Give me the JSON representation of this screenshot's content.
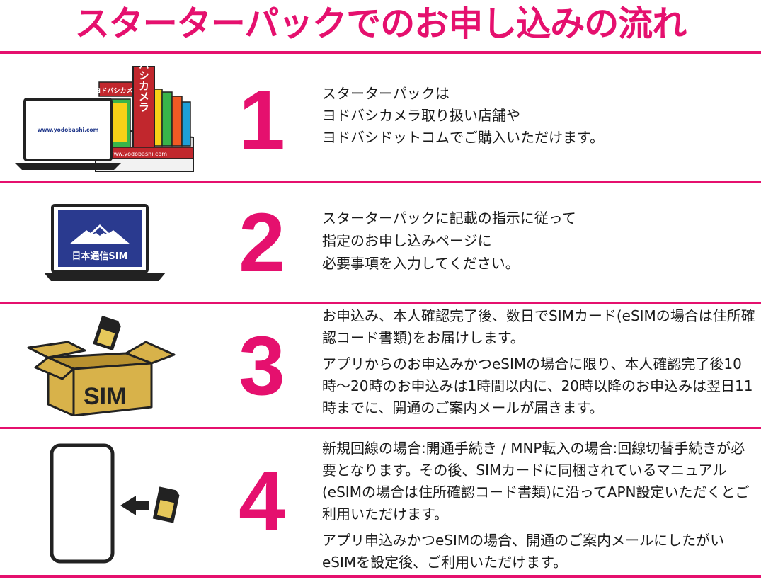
{
  "title": "スターターパックでのお申し込みの流れ",
  "colors": {
    "accent": "#e5106e",
    "box": "#d8b24a",
    "sim": "#e6c85a"
  },
  "steps": [
    {
      "number": "1",
      "illustration": {
        "laptop_url": "www.yodobashi.com",
        "sign": "ヨドバシカメラ",
        "store_sign_small": "ヨドバシカメラ",
        "store_url": "www.yodobashi.com"
      },
      "lines": [
        "スターターパックは",
        "ヨドバシカメラ取り扱い店舗や",
        "ヨドバシドットコムでご購入いただけます。"
      ]
    },
    {
      "number": "2",
      "illustration": {
        "screen_label": "日本通信SIM"
      },
      "lines": [
        "スターターパックに記載の指示に従って",
        "指定のお申し込みページに",
        "必要事項を入力してください。"
      ]
    },
    {
      "number": "3",
      "illustration": {
        "box_label": "SIM"
      },
      "paragraphs": [
        "お申込み、本人確認完了後、数日でSIMカード(eSIMの場合は住所確認コード書類)をお届けします。",
        "アプリからのお申込みかつeSIMの場合に限り、本人確認完了後10時〜20時のお申込みは1時間以内に、20時以降のお申込みは翌日11時までに、開通のご案内メールが届きます。"
      ]
    },
    {
      "number": "4",
      "illustration": {
        "icons": [
          "smartphone-icon",
          "arrow-left-icon",
          "sim-card-icon"
        ]
      },
      "paragraphs": [
        "新規回線の場合:開通手続き / MNP転入の場合:回線切替手続きが必要となります。その後、SIMカードに同梱されているマニュアル(eSIMの場合は住所確認コード書類)に沿ってAPN設定いただくとご利用いただけます。",
        "アプリ申込みかつeSIMの場合、開通のご案内メールにしたがいeSIMを設定後、ご利用いただけます。"
      ]
    }
  ]
}
